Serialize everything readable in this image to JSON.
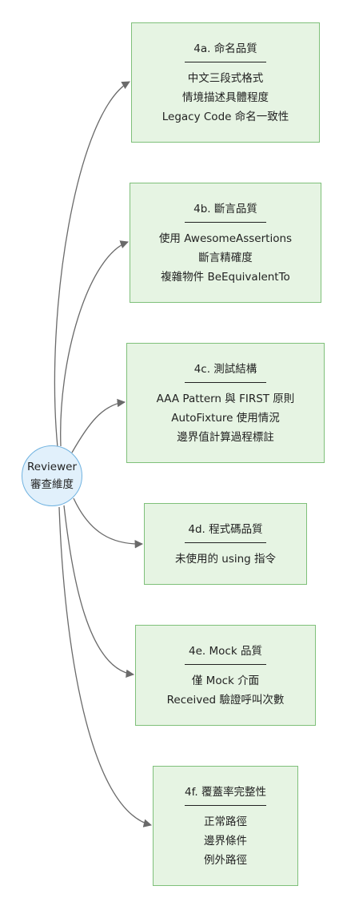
{
  "hub": {
    "line1": "Reviewer",
    "line2": "審查維度"
  },
  "nodes": [
    {
      "title": "4a. 命名品質",
      "items": [
        "中文三段式格式",
        "情境描述具體程度",
        "Legacy Code 命名一致性"
      ]
    },
    {
      "title": "4b. 斷言品質",
      "items": [
        "使用 AwesomeAssertions",
        "斷言精確度",
        "複雜物件 BeEquivalentTo"
      ]
    },
    {
      "title": "4c. 測試結構",
      "items": [
        "AAA Pattern 與 FIRST 原則",
        "AutoFixture 使用情況",
        "邊界值計算過程標註"
      ]
    },
    {
      "title": "4d. 程式碼品質",
      "items": [
        "未使用的 using 指令"
      ]
    },
    {
      "title": "4e. Mock 品質",
      "items": [
        "僅 Mock 介面",
        "Received 驗證呼叫次數"
      ]
    },
    {
      "title": "4f. 覆蓋率完整性",
      "items": [
        "正常路徑",
        "邊界條件",
        "例外路徑"
      ]
    }
  ],
  "colors": {
    "hub_fill": "#e1f0fb",
    "hub_stroke": "#6fb2e0",
    "node_fill": "#e6f4e3",
    "node_stroke": "#7fc07a",
    "edge": "#6a6a6a"
  }
}
